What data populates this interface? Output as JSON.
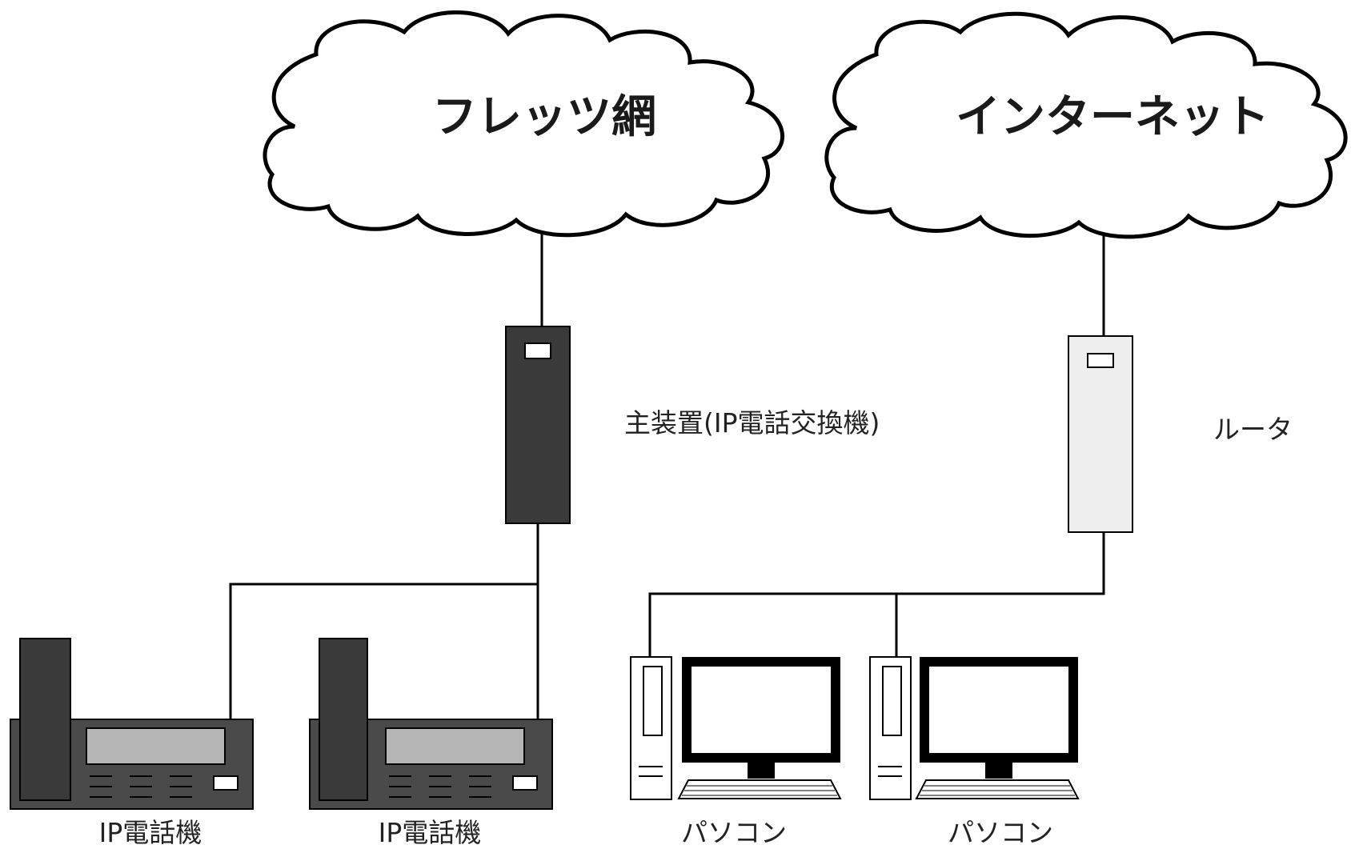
{
  "networks": {
    "flets": {
      "label": "フレッツ網"
    },
    "internet": {
      "label": "インターネット"
    }
  },
  "devices": {
    "pbx": {
      "label": "主装置(IP電話交換機)",
      "color": "#3a3a3a"
    },
    "router": {
      "label": "ルータ",
      "color": "#eeeeee"
    },
    "phones": [
      {
        "label": "IP電話機"
      },
      {
        "label": "IP電話機"
      }
    ],
    "pcs": [
      {
        "label": "パソコン"
      },
      {
        "label": "パソコン"
      }
    ]
  },
  "colors": {
    "line": "#000000",
    "device_dark": "#3a3a3a",
    "phone_body": "#4a4a4a",
    "phone_screen": "#b5b5b5",
    "router_body": "#eeeeee"
  }
}
